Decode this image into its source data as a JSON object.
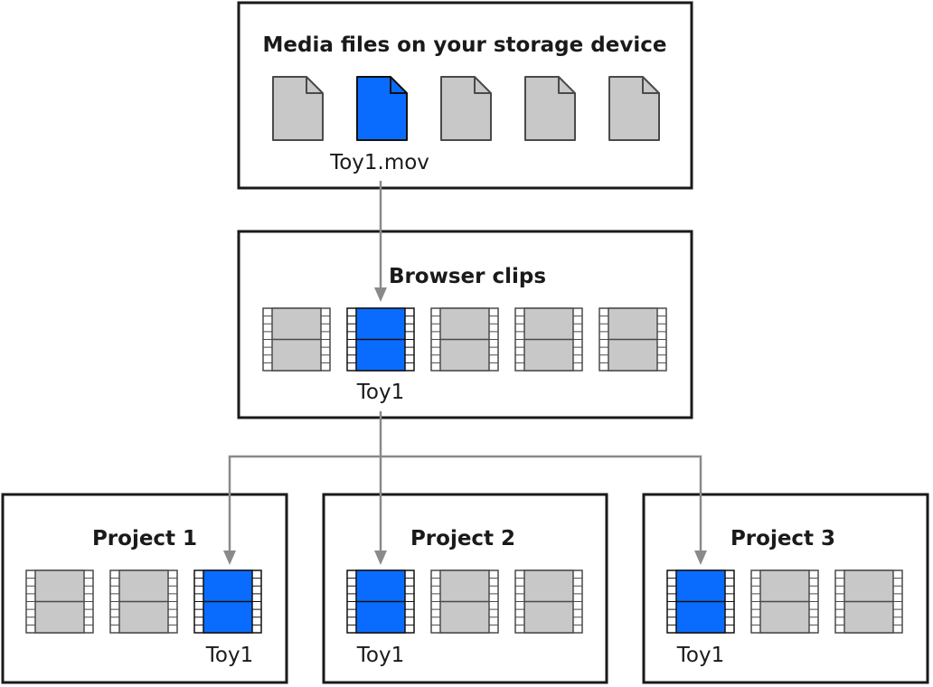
{
  "colors": {
    "highlight": "#0a6cff",
    "neutral": "#c8c8c8",
    "outline": "#4a4a4a",
    "connector": "#8a8a8a"
  },
  "media_box": {
    "title": "Media files on your storage device",
    "file_count": 5,
    "highlight_index": 1,
    "highlight_label": "Toy1.mov",
    "item_icon": "document-icon"
  },
  "browser_box": {
    "title": "Browser clips",
    "clip_count": 5,
    "highlight_index": 1,
    "highlight_label": "Toy1",
    "item_icon": "film-clip-icon"
  },
  "projects": [
    {
      "title": "Project 1",
      "clip_count": 3,
      "highlight_index": 2,
      "highlight_label": "Toy1"
    },
    {
      "title": "Project 2",
      "clip_count": 3,
      "highlight_index": 0,
      "highlight_label": "Toy1"
    },
    {
      "title": "Project 3",
      "clip_count": 3,
      "highlight_index": 0,
      "highlight_label": "Toy1"
    }
  ]
}
